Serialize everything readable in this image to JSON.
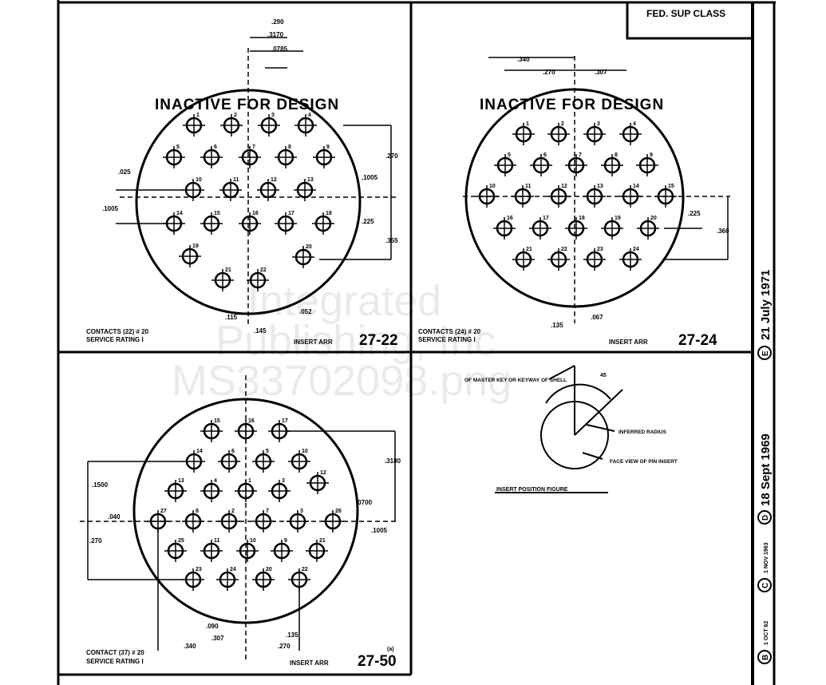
{
  "title_block": {
    "class_label": "FED. SUP CLASS"
  },
  "watermark": {
    "line1": "Integrated",
    "line2": "Publishing, Inc",
    "line3": "MS33702098.png"
  },
  "stamp": "INACTIVE FOR DESIGN",
  "panels": [
    {
      "contacts_label": "CONTACTS (22) # 20",
      "rating_label": "SERVICE RATING I",
      "insert_label": "INSERT ARR",
      "insert_number": "27-22",
      "dims": [
        ".290",
        ".3170",
        ".0785",
        ".270",
        ".025",
        ".1005",
        ".1005",
        ".225",
        ".355",
        ".115",
        ".052",
        ".145"
      ],
      "contact_numbers": [
        "1",
        "2",
        "3",
        "4",
        "5",
        "6",
        "7",
        "8",
        "9",
        "10",
        "11",
        "12",
        "13",
        "14",
        "15",
        "16",
        "17",
        "18",
        "19",
        "20",
        "21",
        "22"
      ]
    },
    {
      "contacts_label": "CONTACTS (24) # 20",
      "rating_label": "SERVICE RATING I",
      "insert_label": "INSERT ARR",
      "insert_number": "27-24",
      "dims": [
        ".340",
        ".270",
        ".307",
        ".225",
        ".360",
        ".135",
        ".067"
      ],
      "contact_numbers": [
        "1",
        "2",
        "3",
        "4",
        "5",
        "6",
        "7",
        "8",
        "9",
        "10",
        "11",
        "12",
        "13",
        "14",
        "15",
        "16",
        "17",
        "18",
        "19",
        "20",
        "21",
        "22",
        "23",
        "24"
      ]
    },
    {
      "contacts_label": "CONTACT (37) # 20",
      "rating_label": "SERVICE RATING I",
      "insert_label": "INSERT ARR",
      "insert_number": "27-50",
      "note": "(a)",
      "dims": [
        ".3180",
        ".1500",
        ".0700",
        ".040",
        ".1005",
        ".270",
        ".090",
        ".307",
        ".135",
        ".340",
        ".270"
      ],
      "contact_numbers": [
        "15",
        "16",
        "17",
        "14",
        "6",
        "5",
        "10",
        "13",
        "4",
        "1",
        "3",
        "12",
        "27",
        "8",
        "2",
        "7",
        "3",
        "26",
        "25",
        "11",
        "10",
        "9",
        "21",
        "23",
        "24",
        "20",
        "22"
      ]
    }
  ],
  "position_figure": {
    "label_key": "OF MASTER KEY OR KEYWAY OF SHELL",
    "angle": "45",
    "label_radius": "INFERRED RADIUS",
    "label_face": "FACE VIEW OF PIN INSERT",
    "title": "INSERT POSITION FIGURE"
  },
  "revisions": {
    "rev_e": "E",
    "date_e": "21 July 1971",
    "rev_d": "D",
    "date_d": "18 Sept 1969",
    "rev_c": "C",
    "date_c": "1 NOV 1963",
    "rev_b": "B",
    "date_b": "1 OCT 62"
  }
}
